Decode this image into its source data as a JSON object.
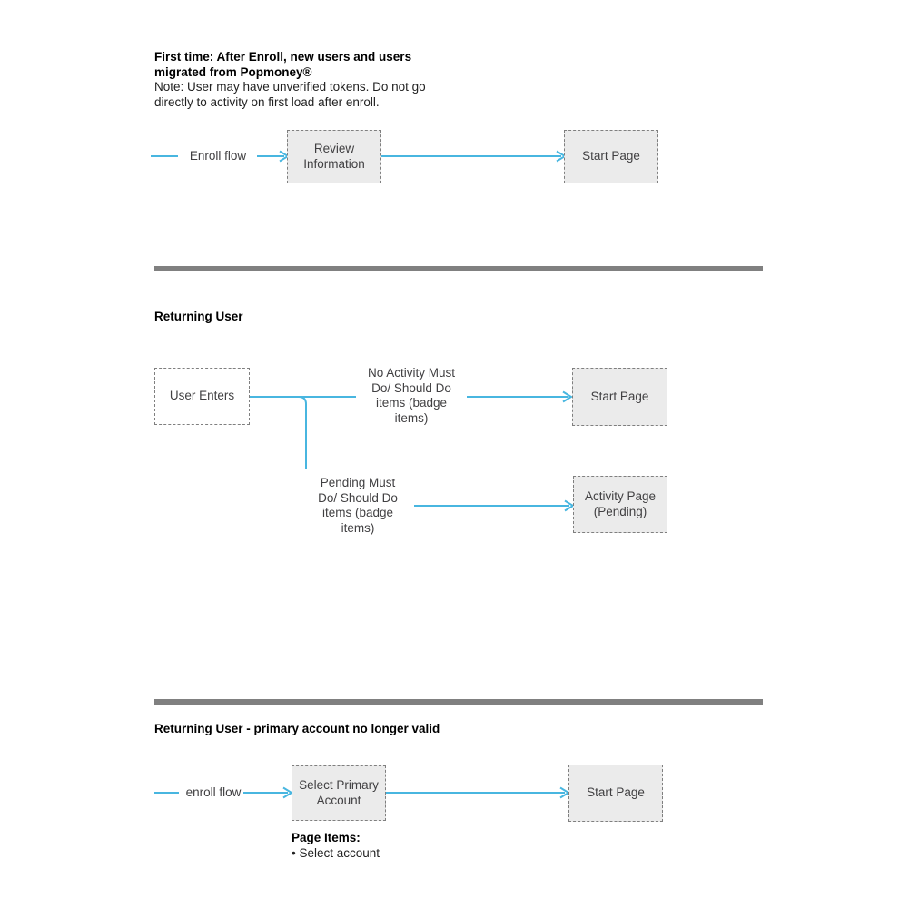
{
  "colors": {
    "accent_blue": "#48b6e0",
    "box_fill": "#ebebeb",
    "box_border": "#7f7f7f",
    "box_text": "#414042",
    "divider_gray": "#808080"
  },
  "sections": [
    {
      "heading": "First time: After Enroll, new users and users\nmigrated from Popmoney®",
      "note": "Note: User may have unverified tokens. Do not go\ndirectly to activity on first load after enroll.",
      "flow": {
        "start_label": "Enroll flow",
        "box1": "Review\nInformation",
        "box2": "Start Page"
      }
    },
    {
      "heading": "Returning User",
      "source_box": "User Enters",
      "branch_top": {
        "condition_label": "No Activity Must\nDo/ Should Do\nitems (badge\nitems)",
        "target_box": "Start Page"
      },
      "branch_bottom": {
        "condition_label": "Pending Must\nDo/ Should Do\nitems (badge\nitems)",
        "target_box": "Activity Page\n(Pending)"
      }
    },
    {
      "heading": "Returning User - primary account no longer valid",
      "flow": {
        "start_label": "enroll flow",
        "box1": "Select Primary\nAccount",
        "box2": "Start Page"
      },
      "page_items_heading": "Page Items:",
      "page_items_bullet": "• Select account"
    }
  ]
}
